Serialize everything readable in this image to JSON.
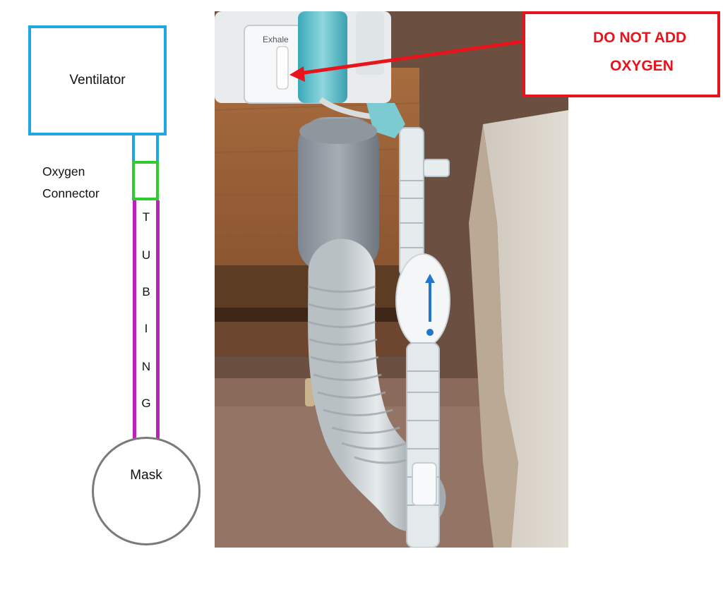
{
  "schematic": {
    "ventilator_label": "Ventilator",
    "oxygen_connector_line1": "Oxygen",
    "oxygen_connector_line2": "Connector",
    "tubing_letters": [
      "T",
      "U",
      "B",
      "I",
      "N",
      "G"
    ],
    "mask_label": "Mask"
  },
  "photo": {
    "panel_text": "Exhale"
  },
  "warning": {
    "line1": "DO NOT ADD",
    "line2": "OXYGEN"
  },
  "colors": {
    "ventilator": "#1ea7e1",
    "connector": "#2ecc2e",
    "tubing": "#bb22bb",
    "mask": "#7a7a7a",
    "warning": "#e8141c"
  }
}
